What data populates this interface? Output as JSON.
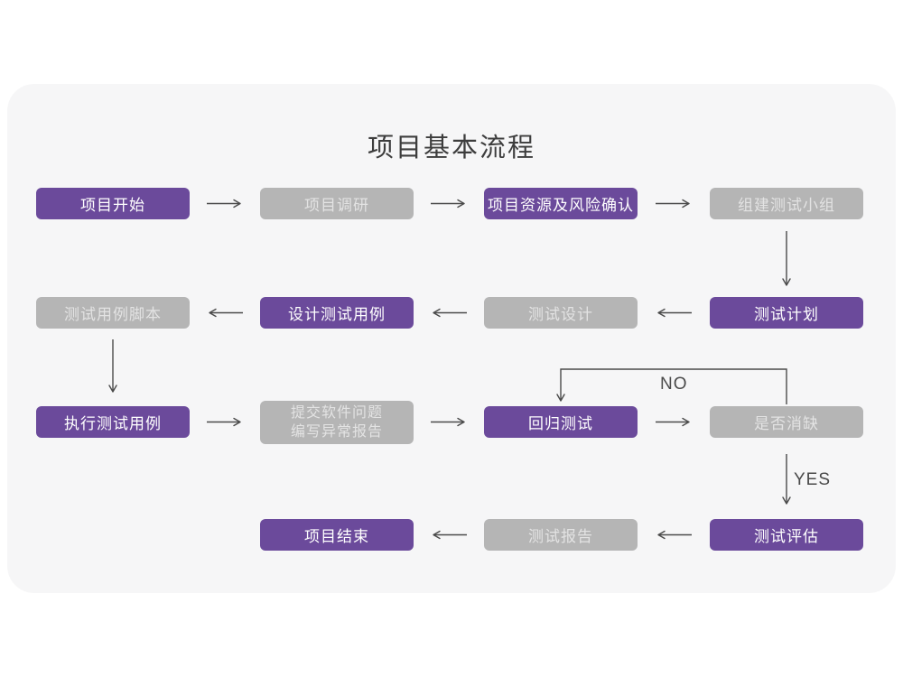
{
  "title": "项目基本流程",
  "colors": {
    "accent_purple": "#6B4A9B",
    "node_gray": "#B5B5B5",
    "node_gray_text": "#E3E3E3",
    "card_background": "#F6F6F7",
    "page_background": "#FFFFFF",
    "arrow": "#4A4A4A",
    "title_text": "#3D3D3D"
  },
  "nodes": {
    "project_start": {
      "label": "项目开始",
      "type": "primary"
    },
    "project_research": {
      "label": "项目调研",
      "type": "secondary"
    },
    "resource_risk_confirm": {
      "label": "项目资源及风险确认",
      "type": "primary"
    },
    "build_test_team": {
      "label": "组建测试小组",
      "type": "secondary"
    },
    "test_plan": {
      "label": "测试计划",
      "type": "primary"
    },
    "test_design": {
      "label": "测试设计",
      "type": "secondary"
    },
    "design_test_cases": {
      "label": "设计测试用例",
      "type": "primary"
    },
    "test_case_script": {
      "label": "测试用例脚本",
      "type": "secondary"
    },
    "execute_test_cases": {
      "label": "执行测试用例",
      "type": "primary"
    },
    "submit_issue_report": {
      "line1": "提交软件问题",
      "line2": "编写异常报告",
      "type": "secondary"
    },
    "regression_test": {
      "label": "回归测试",
      "type": "primary"
    },
    "defect_cleared": {
      "label": "是否消缺",
      "type": "secondary"
    },
    "test_evaluation": {
      "label": "测试评估",
      "type": "primary"
    },
    "test_report": {
      "label": "测试报告",
      "type": "secondary"
    },
    "project_end": {
      "label": "项目结束",
      "type": "primary"
    }
  },
  "edge_labels": {
    "no": "NO",
    "yes": "YES"
  }
}
